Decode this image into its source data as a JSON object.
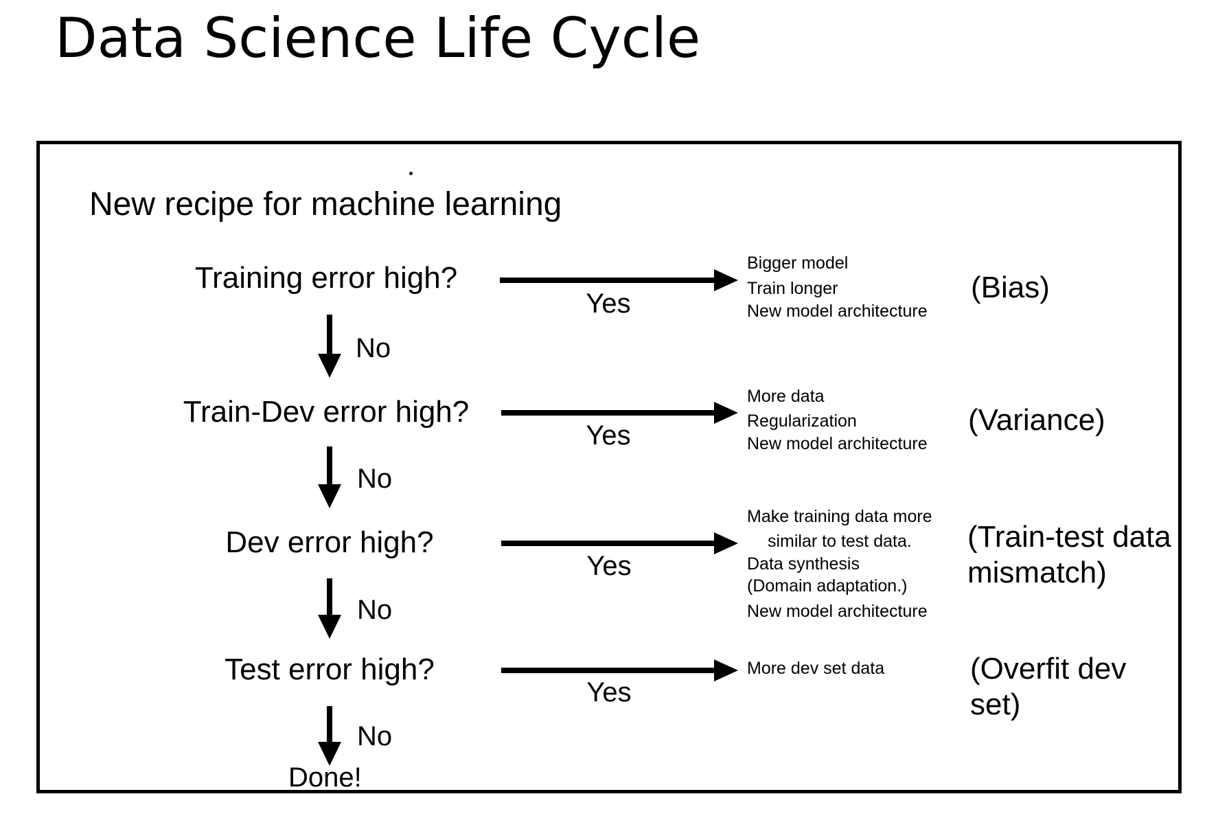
{
  "slide_title": "Data Science Life Cycle",
  "diagram": {
    "subtitle": "New recipe for machine learning",
    "steps": [
      {
        "question": "Training error high?",
        "yes_label": "Yes",
        "no_label": "No",
        "actions": [
          "Bigger model",
          "Train longer",
          "New model architecture"
        ],
        "category": "(Bias)"
      },
      {
        "question": "Train-Dev error high?",
        "yes_label": "Yes",
        "no_label": "No",
        "actions": [
          "More data",
          "Regularization",
          "New model architecture"
        ],
        "category": "(Variance)"
      },
      {
        "question": "Dev error high?",
        "yes_label": "Yes",
        "no_label": "No",
        "actions": [
          "Make training data more",
          "similar to test data.",
          "Data synthesis",
          "(Domain adaptation.)",
          "New model architecture"
        ],
        "category_lines": [
          "(Train-test data",
          "mismatch)"
        ]
      },
      {
        "question": "Test error high?",
        "yes_label": "Yes",
        "no_label": "No",
        "actions": [
          "More dev set data"
        ],
        "category_lines": [
          "(Overfit dev",
          "set)"
        ]
      }
    ],
    "done_label": "Done!"
  }
}
